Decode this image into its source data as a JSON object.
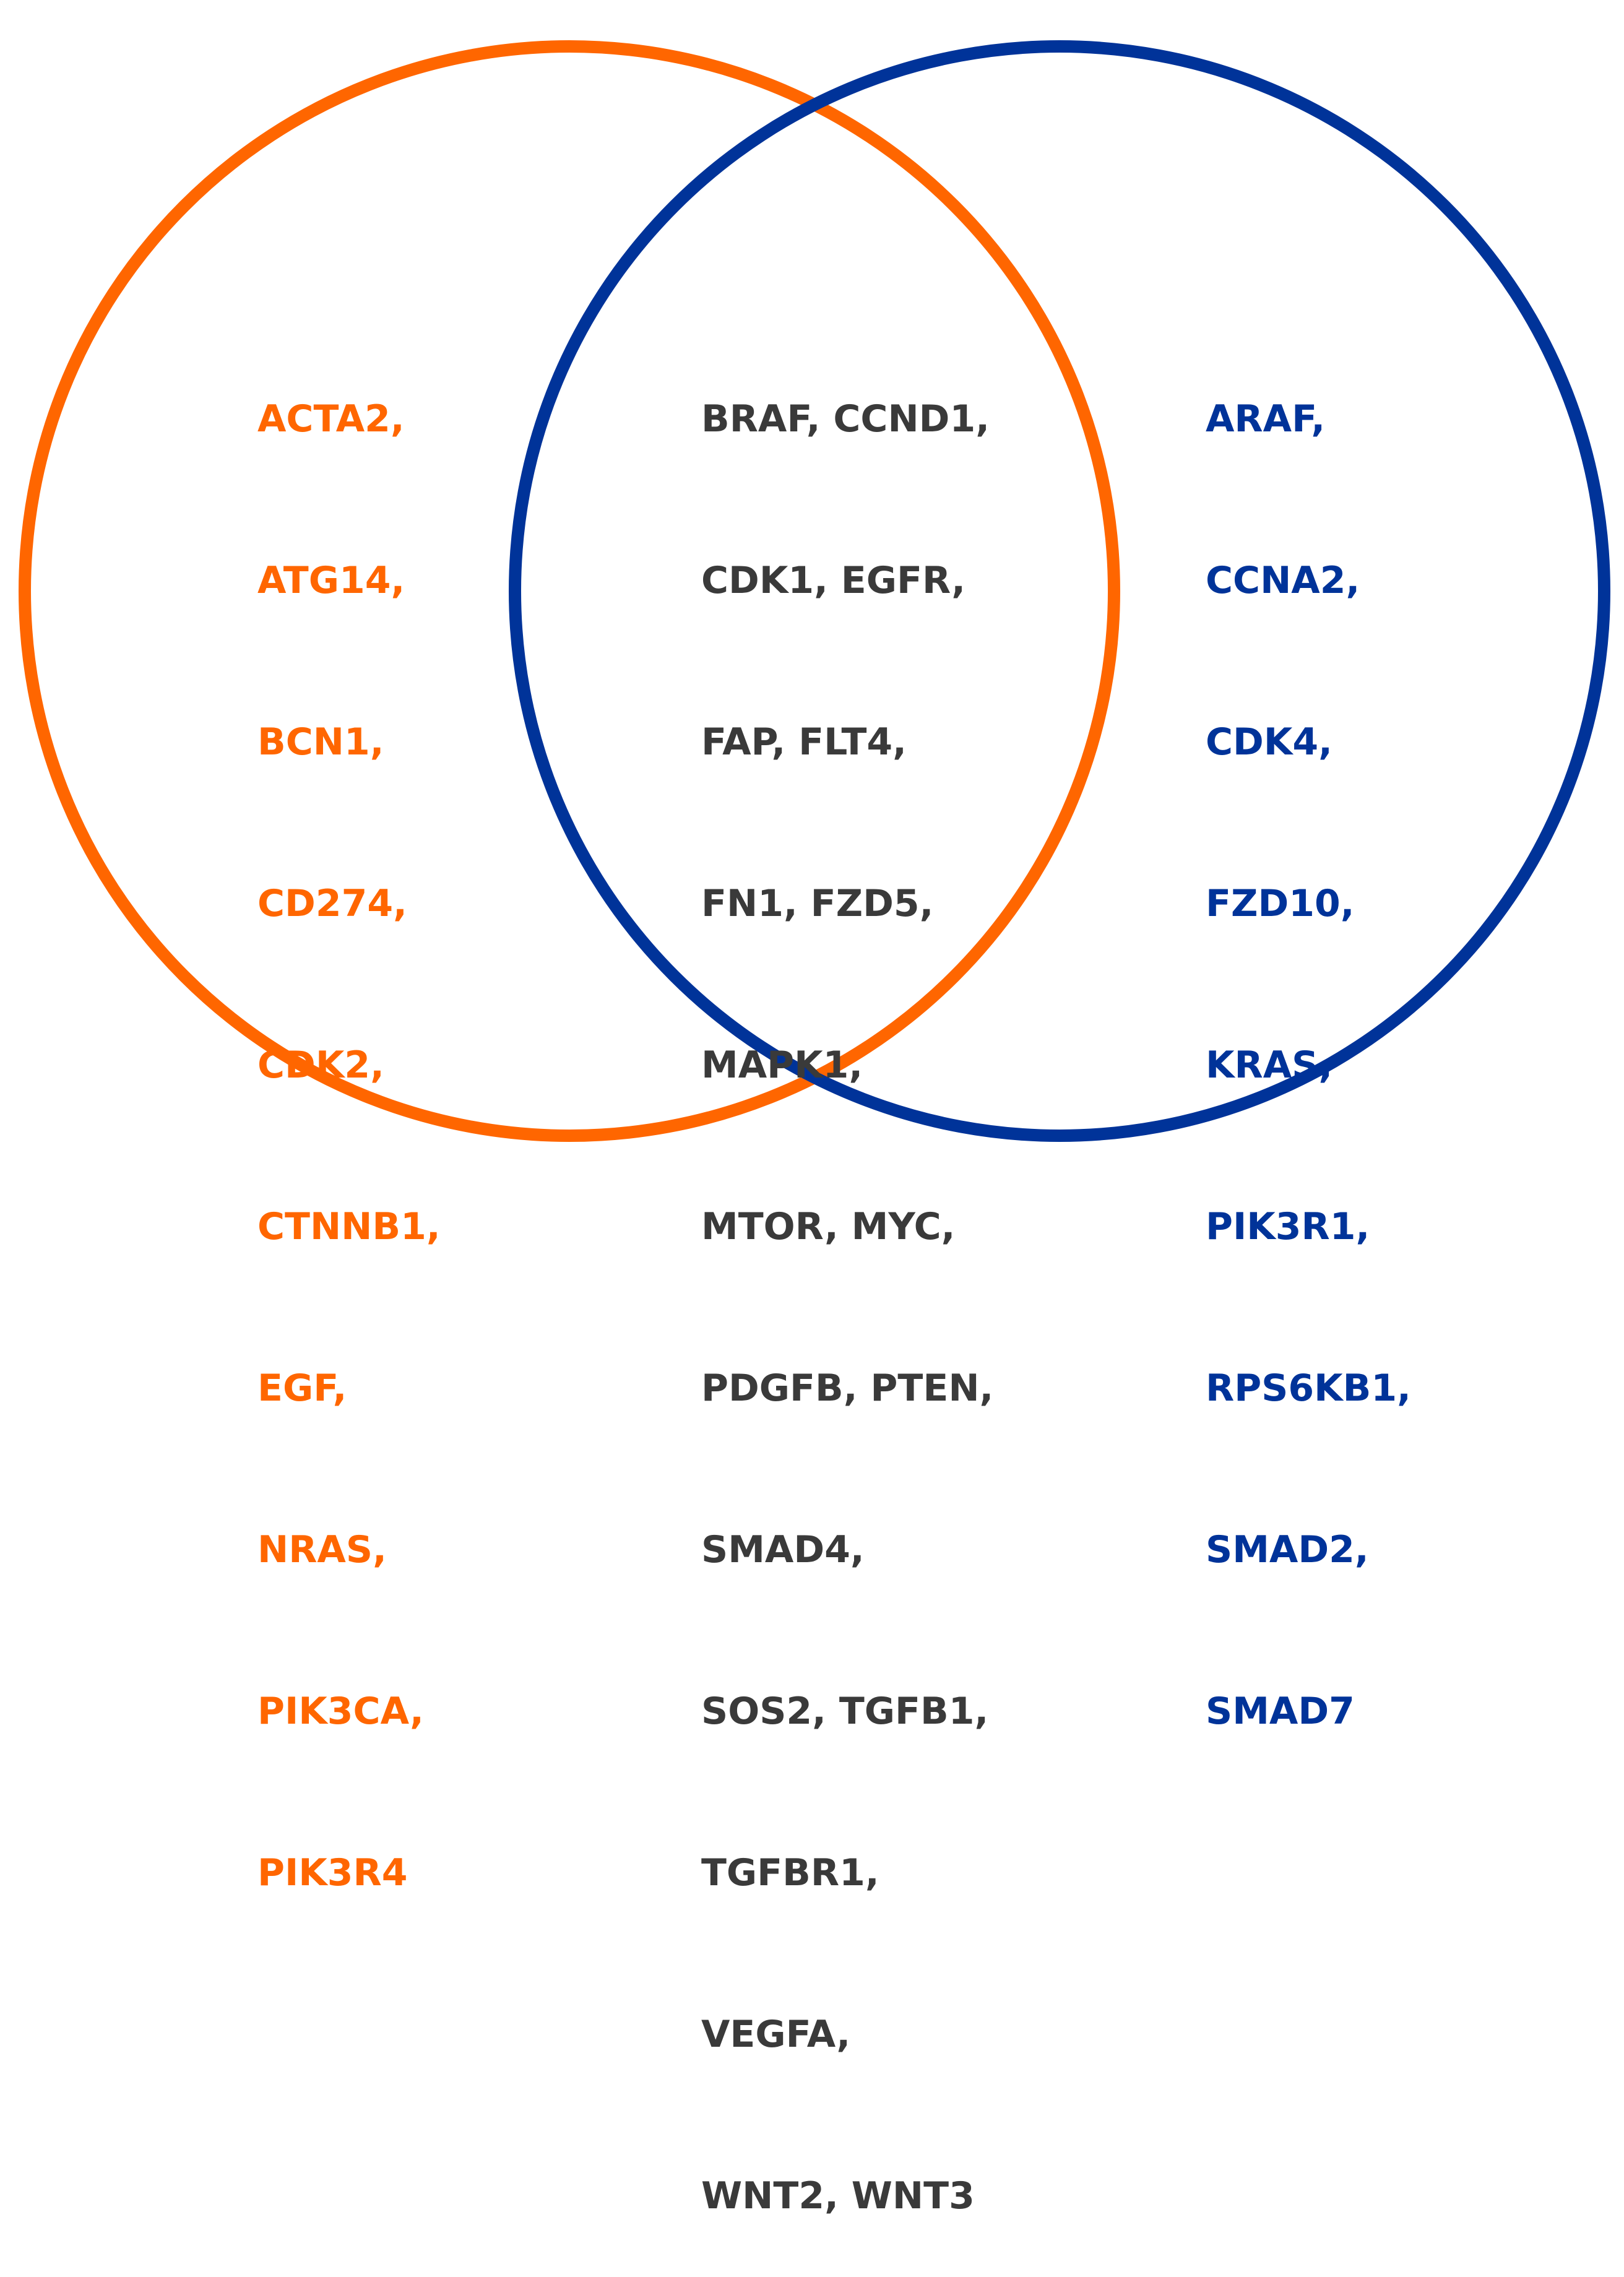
{
  "colors": {
    "left": "#ff6600",
    "right": "#003399",
    "center": "#3a3a3a"
  },
  "left_set": {
    "genes": [
      "ACTA2,",
      "ATG14,",
      "BCN1,",
      "CD274,",
      "CDK2,",
      "CTNNB1,",
      "EGF,",
      "NRAS,",
      "PIK3CA,",
      "PIK3R4"
    ]
  },
  "intersection": {
    "lines": [
      "BRAF, CCND1,",
      "CDK1, EGFR,",
      "FAP, FLT4,",
      "FN1, FZD5,",
      "MAPK1,",
      "MTOR, MYC,",
      "PDGFB, PTEN,",
      "SMAD4,",
      "SOS2, TGFB1,",
      "TGFBR1,",
      "VEGFA,",
      "WNT2, WNT3"
    ]
  },
  "right_set": {
    "genes": [
      "ARAF,",
      "CCNA2,",
      "CDK4,",
      "FZD10,",
      "KRAS,",
      "PIK3R1,",
      "RPS6KB1,",
      "SMAD2,",
      "SMAD7"
    ]
  }
}
